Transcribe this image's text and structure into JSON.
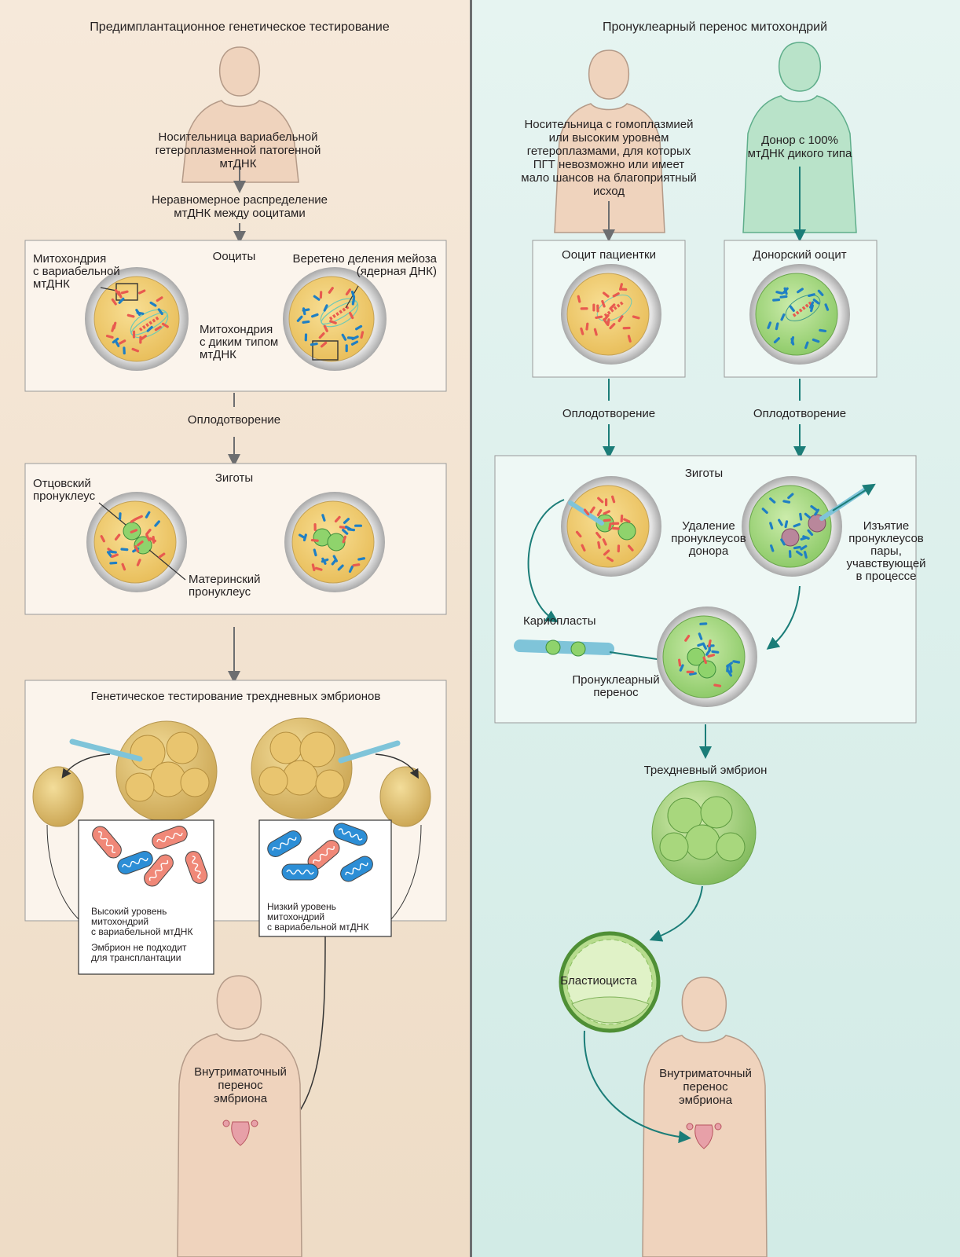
{
  "left": {
    "title": "Предимплантационное генетическое тестирование",
    "carrier": "Носительница вариабельной\nгетероплазменной патогенной\nмтДНК",
    "uneven": "Неравномерное распределение\nмтДНК между ооцитами",
    "oocytes": "Ооциты",
    "mito_variable": "Митохондрия\nс вариабельной\nмтДНК",
    "spindle": "Веретено деления мейоза\n(ядерная ДНК)",
    "mito_wild": "Митохондрия\nс диким типом\nмтДНК",
    "fertilization": "Оплодотворение",
    "zygotes": "Зиготы",
    "paternal": "Отцовский\nпронуклеус",
    "maternal": "Материнский\nпронуклеус",
    "testing": "Генетическое тестирование трехдневных эмбрионов",
    "high_level": "Высокий уровень\nмитохондрий\nс вариабельной мтДНК",
    "not_suitable": "Эмбрион не подходит\nдля трансплантации",
    "low_level": "Низкий уровень\nмитохондрий\nс вариабельной мтДНК",
    "transfer": "Внутриматочный\nперенос\nэмбриона"
  },
  "right": {
    "title": "Пронуклеарный перенос митохондрий",
    "carrier": "Носительница с гомоплазмией\nили высоким уровнем\nгетероплазмами, для которых\nПГТ невозможно или имеет\nмало шансов на благоприятный\nисход",
    "donor": "Донор с 100%\nмтДНК дикого типа",
    "patient_oocyte": "Ооцит пациентки",
    "donor_oocyte": "Донорский ооцит",
    "fertilization_a": "Оплодотворение",
    "fertilization_b": "Оплодотворение",
    "zygotes": "Зиготы",
    "removal": "Удаление\nпронуклеусов\nдонора",
    "extraction": "Изъятие\nпронуклеусов\nпары,\nучавствующей\nв процессе",
    "karyoplasts": "Кариопласты",
    "pn_transfer": "Пронуклеарный\nперенос",
    "day3": "Трехдневный эмбрион",
    "blastocyst": "Бластиоциста",
    "transfer": "Внутриматочный\nперенос\nэмбриона"
  },
  "colors": {
    "left_bg": "#f3e3d0",
    "right_bg": "#d9eeea",
    "oocyte_yellow": "#f2cf73",
    "oocyte_green": "#a9d98a",
    "mito_red": "#e85a4f",
    "mito_blue": "#1f7fc4",
    "teal_arrow": "#1b7d78",
    "gray_arrow": "#6d6e70"
  }
}
